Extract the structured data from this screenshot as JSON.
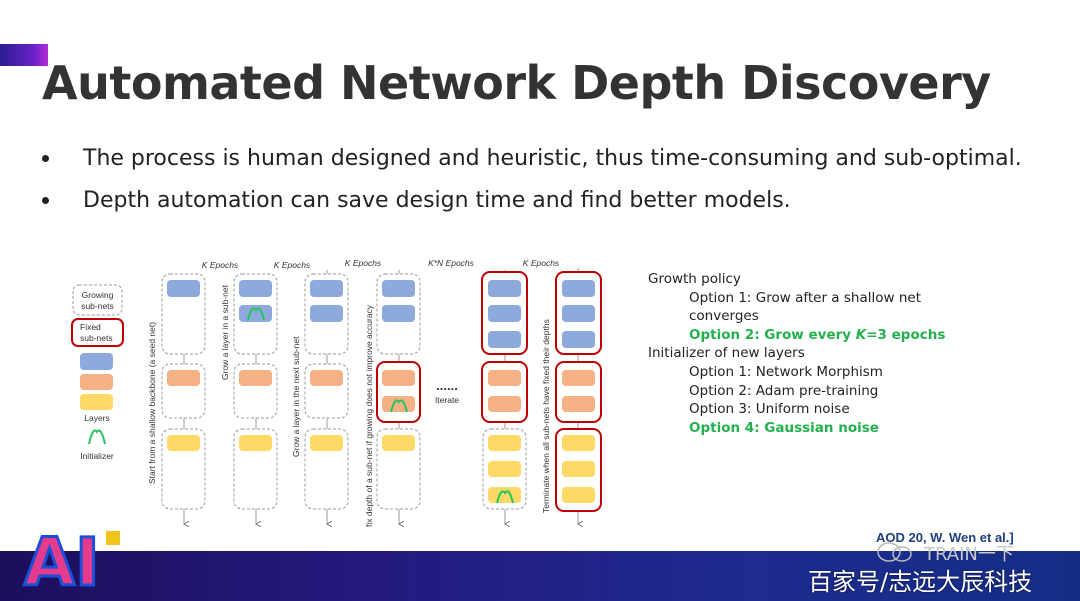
{
  "slide": {
    "title": "Automated Network Depth Discovery",
    "bullets": [
      "The process is human designed and heuristic, thus time-consuming and sub-optimal.",
      "Depth automation can save design time and find better models."
    ]
  },
  "diagram": {
    "legend": {
      "growing_line1": "Growing",
      "growing_line2": "sub-nets",
      "fixed_line1": "Fixed",
      "fixed_line2": "sub-nets",
      "layers": "Layers",
      "initializer": "Initializer"
    },
    "epoch_labels": [
      "K Epochs",
      "K Epochs",
      "K Epochs",
      "K*N Epochs",
      "K Epochs"
    ],
    "step_labels": [
      "Start from a shallow backbone (a seed net)",
      "Grow a layer in a sub-net",
      "Grow a layer in the next sub-net",
      "fix depth of a sub-net if growing does not improve accuracy",
      "Terminate when all sub-nets have fixed their depths"
    ],
    "iterate_dots": "......",
    "iterate_label": "Iterate",
    "colors": {
      "blue": "#8ea9db",
      "orange": "#f4b183",
      "yellow": "#ffd966",
      "fixed_border": "#c00000",
      "initializer": "#22c55e"
    }
  },
  "policy": {
    "growth_heading": "Growth policy",
    "growth_opt1_line1": "Option 1: Grow after a shallow net",
    "growth_opt1_line2": "converges",
    "growth_opt2_prefix": "Option 2: Grow every ",
    "growth_opt2_k": "K",
    "growth_opt2_suffix": "=3 epochs",
    "init_heading": "Initializer of new layers",
    "init_opts": [
      "Option 1: Network Morphism",
      "Option 2: Adam pre-training",
      "Option 3: Uniform noise"
    ],
    "init_opt4": "Option 4: Gaussian noise"
  },
  "citation": "AOD 20, W. Wen et al.]",
  "footer": {
    "logo_text": "AI",
    "watermark_top": "TRAIN一下",
    "watermark_bottom": "百家号/志远大辰科技"
  }
}
